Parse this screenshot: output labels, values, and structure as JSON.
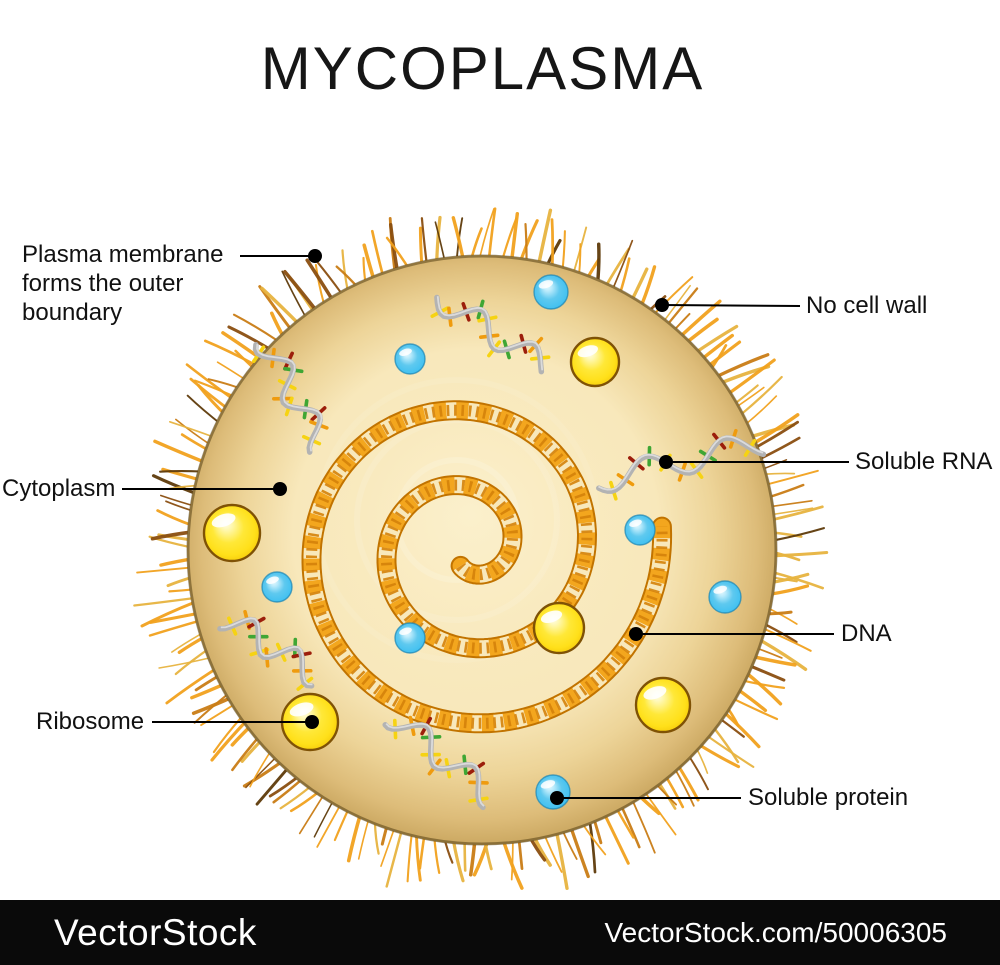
{
  "title": "MYCOPLASMA",
  "watermark": {
    "brand": "VectorStock",
    "credit": "VectorStock.com/50006305"
  },
  "diagram": {
    "subject": "Mycoplasma bacterium cell structure",
    "labels": [
      {
        "id": "plasma-membrane",
        "text": "Plasma membrane forms the outer boundary",
        "lines": [
          "Plasma membrane",
          "forms the outer",
          "boundary"
        ]
      },
      {
        "id": "no-cell-wall",
        "text": "No cell wall"
      },
      {
        "id": "soluble-rna",
        "text": "Soluble RNA"
      },
      {
        "id": "dna",
        "text": "DNA"
      },
      {
        "id": "soluble-protein",
        "text": "Soluble protein"
      },
      {
        "id": "cytoplasm",
        "text": "Cytoplasm"
      },
      {
        "id": "ribosome",
        "text": "Ribosome"
      }
    ],
    "counts": {
      "ribosomes": 5,
      "soluble_proteins": 7,
      "rna_strands": 5,
      "dna_molecules": 1
    },
    "colors": {
      "ribosome_yellow": "#FFE01A",
      "protein_blue": "#45C2F0",
      "dna_orange": "#F3A61E",
      "dna_outline": "#C17300",
      "membrane_brown": "#573E0F",
      "cytoplasm_cream": "#F8E8BB",
      "pili_orange": "#F1A11E",
      "rna_gray": "#B3B3B3",
      "leader_black": "#000000",
      "watermark_bar": "#0A0A0A"
    }
  }
}
